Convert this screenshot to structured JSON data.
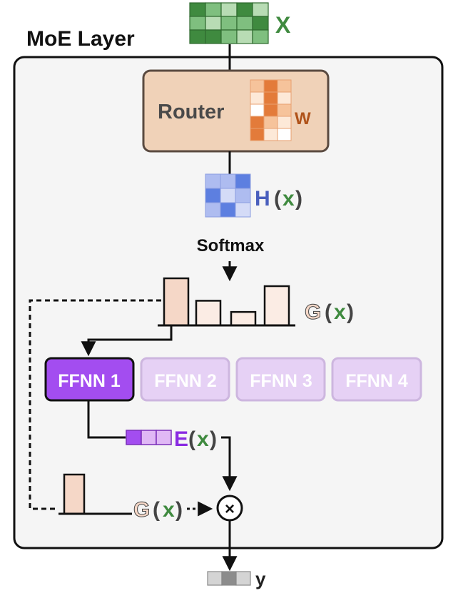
{
  "input": {
    "label": "X"
  },
  "layer": {
    "title": "MoE Layer"
  },
  "router": {
    "label": "Router",
    "weight_label": "W"
  },
  "hidden": {
    "label_fn": "H",
    "label_arg": "x"
  },
  "softmax": {
    "label": "Softmax"
  },
  "gate": {
    "label_fn": "G",
    "label_arg": "x",
    "bar_values": [
      0.42,
      0.22,
      0.12,
      0.35
    ],
    "selected_value": 0.42
  },
  "experts": [
    {
      "label": "FFNN 1",
      "active": true
    },
    {
      "label": "FFNN 2",
      "active": false
    },
    {
      "label": "FFNN 3",
      "active": false
    },
    {
      "label": "FFNN 4",
      "active": false
    }
  ],
  "expert_output": {
    "label_fn": "E",
    "label_arg": "x"
  },
  "multiply": {
    "symbol": "×"
  },
  "output": {
    "label": "y"
  },
  "colors": {
    "green_dark": "#3f8a3f",
    "green_mid": "#7fbf7f",
    "green_light": "#b8dcb4",
    "router_fill": "#f0d2b8",
    "router_stroke": "#5a4a40",
    "orange_dark": "#e37b3a",
    "orange_light": "#f6c39b",
    "blue_dark": "#5d7fe0",
    "blue_light": "#aebcf0",
    "purple": "#a34df0",
    "purple_faded": "#e6d1f5",
    "bar_fill": "#f5d7c7",
    "layer_fill": "#f5f5f5",
    "label_blue": "#4a5fbd",
    "label_purple": "#8a2be2",
    "label_orange": "#b0531a",
    "label_green": "#3f8a3f"
  }
}
